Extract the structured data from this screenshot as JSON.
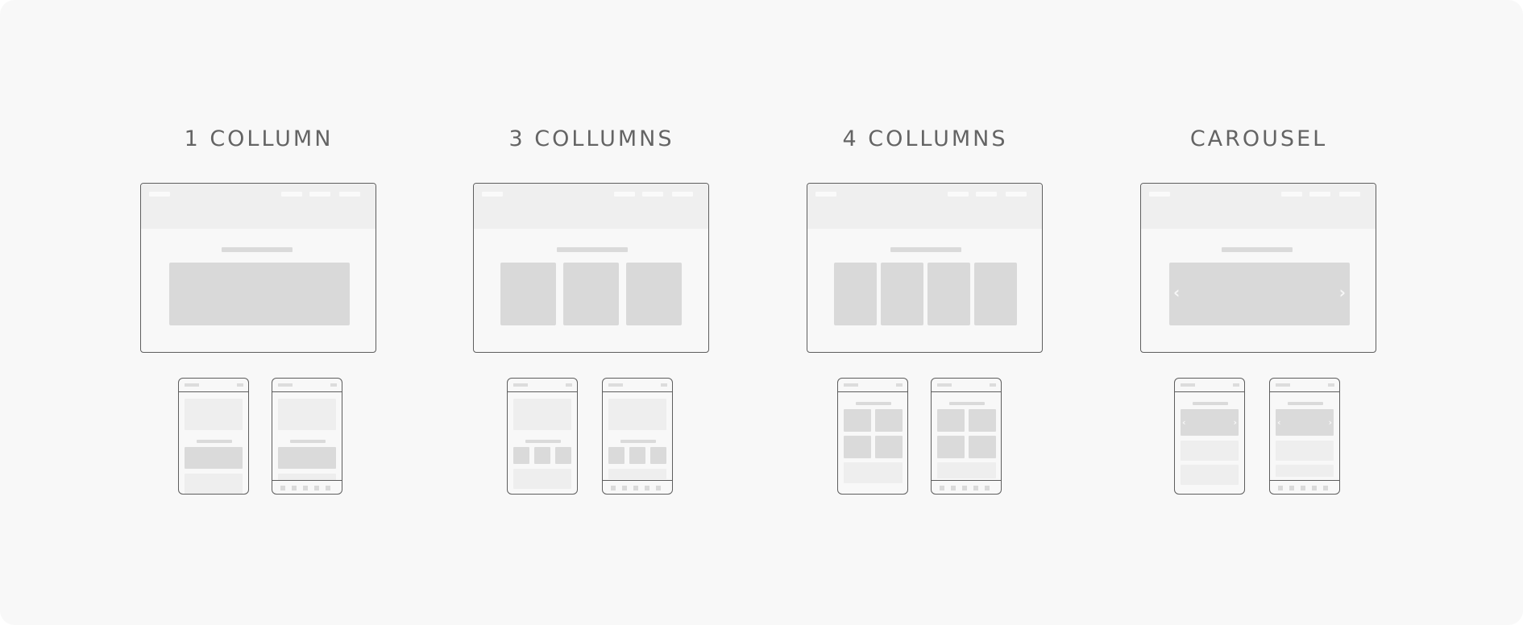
{
  "layouts": [
    {
      "title": "1 COLLUMN",
      "variant": "one-column"
    },
    {
      "title": "3 COLLUMNS",
      "variant": "three-columns"
    },
    {
      "title": "4 COLLUMNS",
      "variant": "four-columns"
    },
    {
      "title": "CAROUSEL",
      "variant": "carousel"
    }
  ],
  "colors": {
    "background": "#f8f8f8",
    "stroke": "#5e5e5e",
    "title": "#646464",
    "header_fill": "#efefef",
    "block_fill": "#d9d9d9",
    "light_fill": "#eeeeee"
  },
  "icons": {
    "carousel_prev": "chevron-left-icon",
    "carousel_next": "chevron-right-icon"
  }
}
